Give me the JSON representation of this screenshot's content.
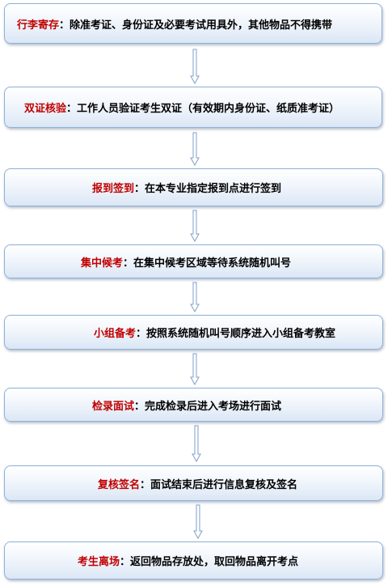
{
  "steps": [
    {
      "title": "行李寄存",
      "description": "除准考证、身份证及必要考试用具外，其他物品不得携带"
    },
    {
      "title": "双证核验",
      "description": "工作人员验证考生双证（有效期内身份证、纸质准考证）"
    },
    {
      "title": "报到签到",
      "description": "在本专业指定报到点进行签到"
    },
    {
      "title": "集中候考",
      "description": "在集中候考区域等待系统随机叫号"
    },
    {
      "title": "小组备考",
      "description": "按照系统随机叫号顺序进入小组备考教室"
    },
    {
      "title": "检录面试",
      "description": "完成检录后进入考场进行面试"
    },
    {
      "title": "复核签名",
      "description": "面试结束后进行信息复核及签名"
    },
    {
      "title": "考生离场",
      "description": "返回物品存放处，取回物品离开考点"
    }
  ],
  "separator": "：",
  "colors": {
    "title": "#c00000",
    "box_border": "#8fb0d8",
    "arrow_stroke": "#7f9fc8"
  },
  "arrow_icon": "down-arrow-icon"
}
